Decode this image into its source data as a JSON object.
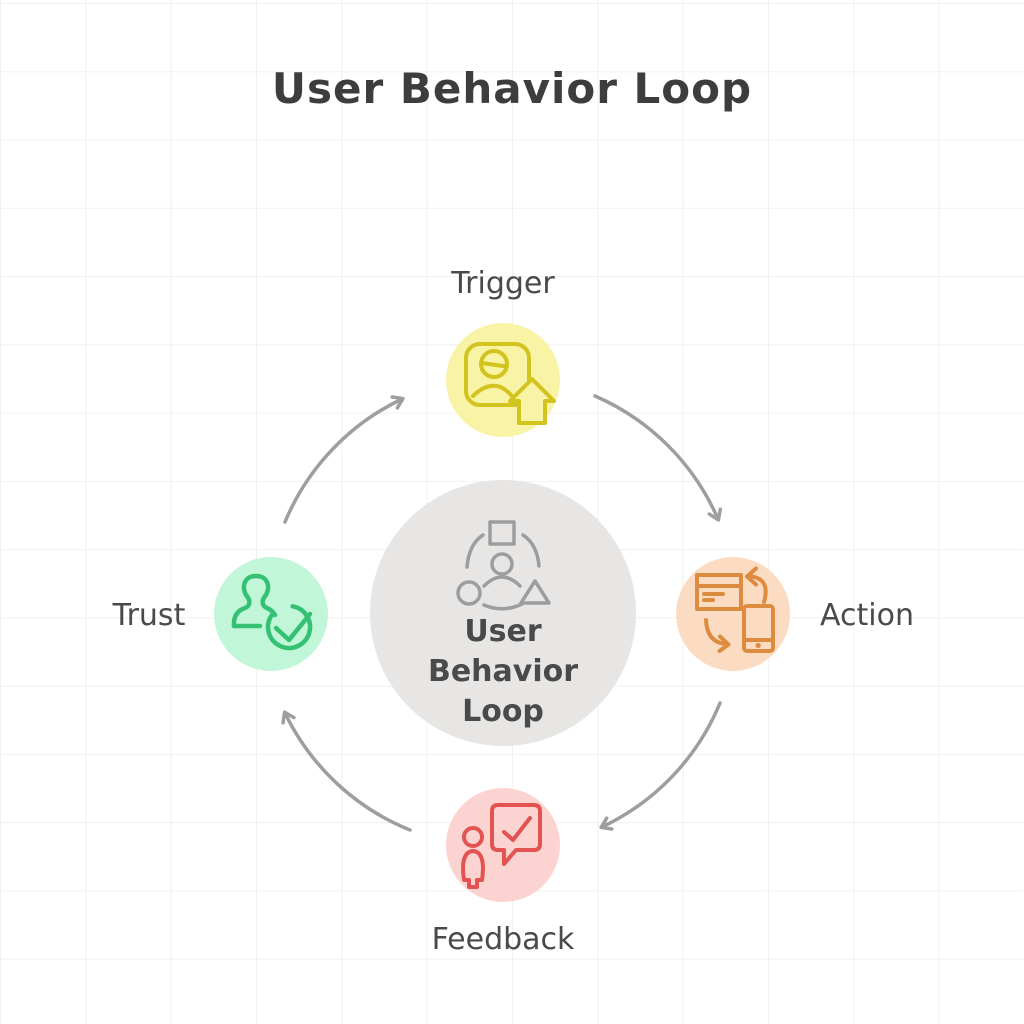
{
  "title": "User Behavior Loop",
  "colors": {
    "title_text": "#3d3d3d",
    "label_text": "#4a4a4a",
    "arrow": "#9e9e9e",
    "grid_line": "#f2f0ef",
    "background": "#ffffff"
  },
  "center": {
    "label_lines": [
      "User",
      "Behavior",
      "Loop"
    ],
    "icon": "user-network-icon",
    "fill": "#e7e6e4",
    "icon_color": "#9d9d9d",
    "text_color": "#4a4a4a"
  },
  "nodes": [
    {
      "id": "trigger",
      "label": "Trigger",
      "position": "top",
      "fill": "#f9f3a5",
      "icon_color": "#d2c31f",
      "icon": "user-signup-arrow-icon"
    },
    {
      "id": "action",
      "label": "Action",
      "position": "right",
      "fill": "#fbdcc3",
      "icon_color": "#dd8b3f",
      "icon": "browser-phone-sync-icon"
    },
    {
      "id": "feedback",
      "label": "Feedback",
      "position": "bottom",
      "fill": "#fbd4d1",
      "icon_color": "#e25351",
      "icon": "person-chat-check-icon"
    },
    {
      "id": "trust",
      "label": "Trust",
      "position": "left",
      "fill": "#c2f6d8",
      "icon_color": "#35c173",
      "icon": "user-verified-icon"
    }
  ],
  "flow": {
    "direction": "clockwise",
    "color": "#9e9e9e",
    "arrows": [
      {
        "from": "Trust",
        "to": "Trigger"
      },
      {
        "from": "Trigger",
        "to": "Action"
      },
      {
        "from": "Action",
        "to": "Feedback"
      },
      {
        "from": "Feedback",
        "to": "Trust"
      }
    ]
  }
}
